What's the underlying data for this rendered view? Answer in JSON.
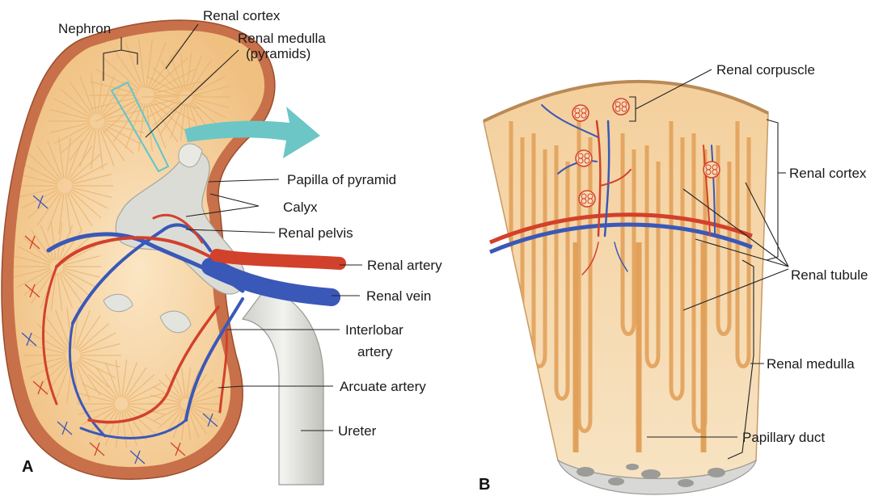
{
  "panels": {
    "a": {
      "letter": "A"
    },
    "b": {
      "letter": "B"
    }
  },
  "labels_a": {
    "nephron": "Nephron",
    "renal_cortex": "Renal cortex",
    "renal_medulla_line1": "Renal medulla",
    "renal_medulla_line2": "(pyramids)",
    "papilla": "Papilla of pyramid",
    "calyx": "Calyx",
    "renal_pelvis": "Renal pelvis",
    "renal_artery": "Renal artery",
    "renal_vein": "Renal vein",
    "interlobar_line1": "Interlobar",
    "interlobar_line2": "artery",
    "arcuate": "Arcuate artery",
    "ureter": "Ureter"
  },
  "labels_b": {
    "renal_corpuscle": "Renal corpuscle",
    "renal_cortex": "Renal cortex",
    "renal_tubule": "Renal tubule",
    "renal_medulla": "Renal medulla",
    "papillary_duct": "Papillary duct"
  },
  "colors": {
    "capsule": "#c8704a",
    "cortex": "#f3c98f",
    "medulla": "#e9b36d",
    "pelvis": "#d9d9d4",
    "artery": "#d2412b",
    "vein": "#3a58b8",
    "arrow": "#6cc6c6",
    "tissue_b": "#f6d7aa",
    "tubule": "#e2a15a"
  },
  "icons": {
    "arrow": "arrow-right-icon"
  }
}
